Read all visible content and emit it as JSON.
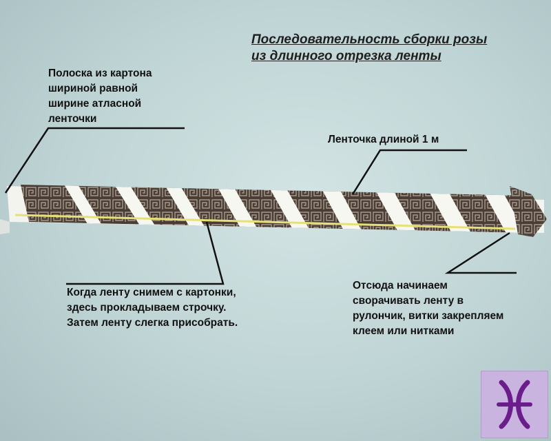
{
  "title": {
    "line1": "Последовательность сборки розы",
    "line2": "из длинного отрезка ленты"
  },
  "labels": {
    "cardboard": "Полоска из картона\nшириной  равной\nширине атласной\nленточки",
    "ribbon_length": "Ленточка длиной 1 м",
    "stitch": "Когда ленту снимем с картонки,\nздесь прокладываем строчку.\nЗатем ленту слегка присобрать.",
    "roll": "Отсюда  начинаем\nсворачивать ленту в\nрулончик, витки закрепляем\nклеем или нитками"
  },
  "logo": {
    "symbol": "Pisces zodiac sign"
  },
  "colors": {
    "ribbon": "#4a3d36",
    "cardboard": "#f4f4ee",
    "stitch_line": "#e6e07a",
    "logo_bg": "#c9b3df",
    "logo_glyph": "#6b1d8c"
  }
}
